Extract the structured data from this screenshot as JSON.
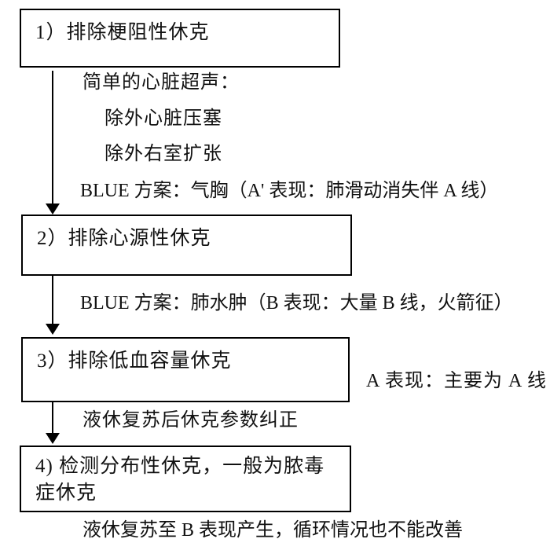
{
  "page": {
    "background_color": "#ffffff",
    "text_color": "#111111",
    "line_color": "#000000"
  },
  "flowchart": {
    "type": "vertical-decision-flow",
    "boxes": [
      {
        "step": 1,
        "label": "1）排除梗阻性休克"
      },
      {
        "step": 2,
        "label": "2）排除心源性休克"
      },
      {
        "step": 3,
        "label": "3）排除低血容量休克"
      },
      {
        "step": 4,
        "label": "4) 检测分布性休克，一般为脓毒症休克"
      }
    ],
    "annotations": [
      {
        "id": "after-box1-line1",
        "text": "简单的心脏超声："
      },
      {
        "id": "after-box1-line2",
        "text": "除外心脏压塞"
      },
      {
        "id": "after-box1-line3",
        "text": "除外右室扩张"
      },
      {
        "id": "after-box1-line4",
        "text": "BLUE 方案：气胸（A' 表现：肺滑动消失伴 A 线）"
      },
      {
        "id": "after-box2",
        "text": "BLUE 方案：肺水肿（B 表现：大量 B 线，火箭征）"
      },
      {
        "id": "beside-box3",
        "text": "A 表现：主要为 A 线"
      },
      {
        "id": "after-box3",
        "text": "液休复苏后休克参数纠正"
      },
      {
        "id": "after-box4",
        "text": "液休复苏至 B 表现产生，循环情况也不能改善"
      }
    ],
    "arrows": [
      {
        "from": "box1",
        "to": "box2",
        "direction": "down"
      },
      {
        "from": "box2",
        "to": "box3",
        "direction": "down"
      },
      {
        "from": "box3",
        "to": "box4",
        "direction": "down"
      }
    ]
  }
}
